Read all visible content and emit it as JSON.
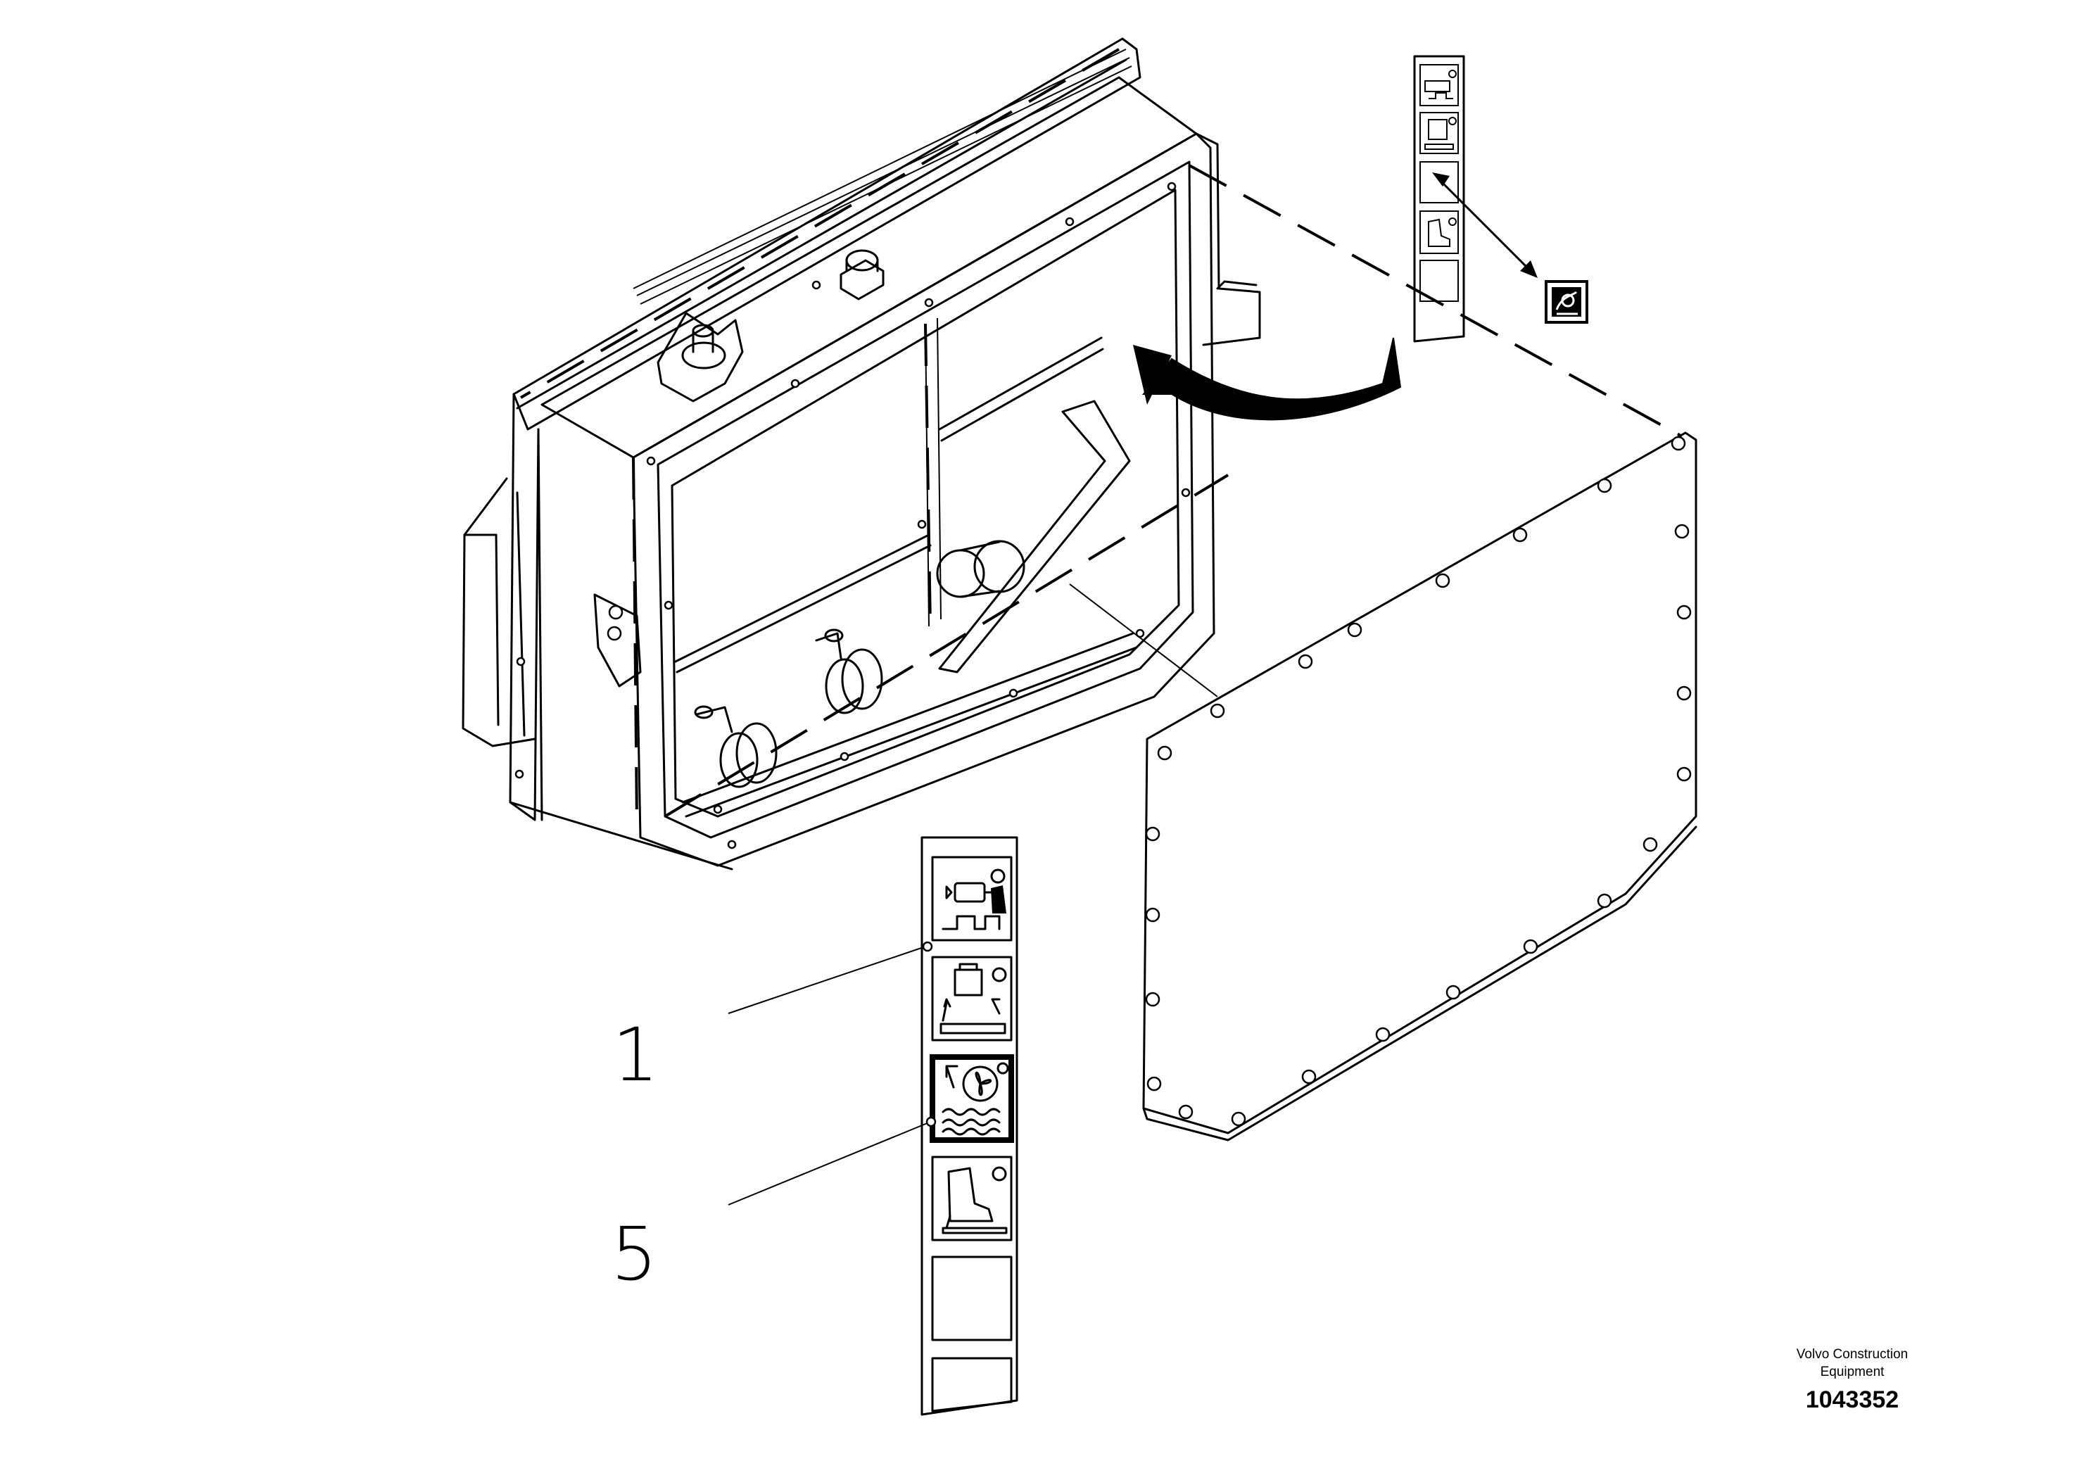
{
  "callouts": [
    {
      "label": "1"
    },
    {
      "label": "5"
    }
  ],
  "footer": {
    "brand_line1": "Volvo Construction",
    "brand_line2": "Equipment",
    "document_number": "1043352"
  },
  "icons": {
    "panel_icons": [
      "engine-speed-icon",
      "hydraulic-lift-icon",
      "cooling-fan-icon",
      "boot-floor-icon",
      "blank-slot",
      "blank-slot"
    ],
    "inset_icons": [
      "engine-speed-icon",
      "hydraulic-lift-icon",
      "blank-slot",
      "boot-floor-icon",
      "blank-slot"
    ],
    "detached_icon": "cooling-fan-icon"
  }
}
